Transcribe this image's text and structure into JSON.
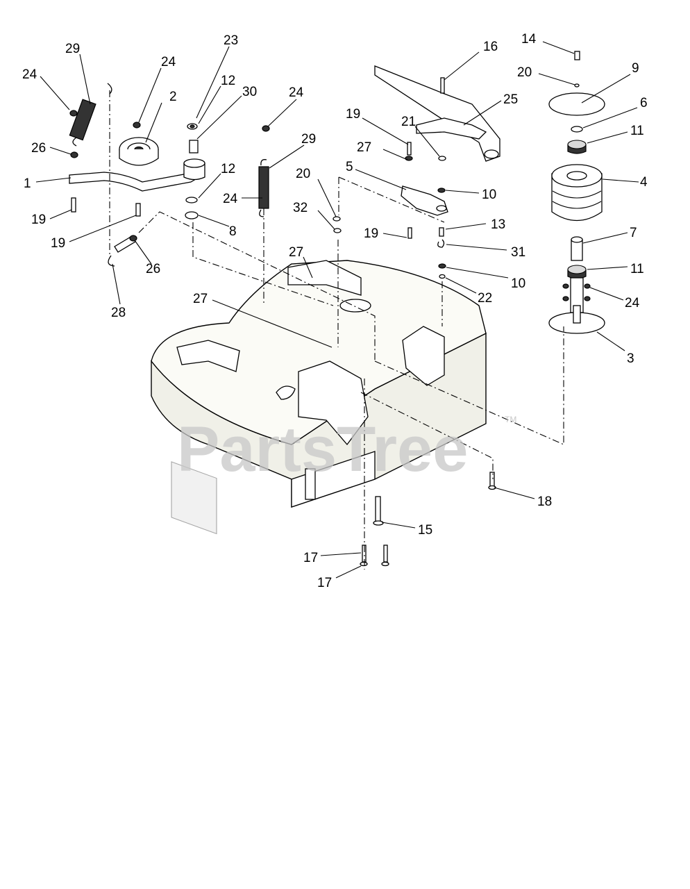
{
  "watermark": {
    "text": "PartsTree",
    "trademark": "TM"
  },
  "callouts": [
    {
      "n": "29"
    },
    {
      "n": "24"
    },
    {
      "n": "26"
    },
    {
      "n": "1"
    },
    {
      "n": "19"
    },
    {
      "n": "2"
    },
    {
      "n": "24"
    },
    {
      "n": "23"
    },
    {
      "n": "12"
    },
    {
      "n": "30"
    },
    {
      "n": "12"
    },
    {
      "n": "8"
    },
    {
      "n": "19"
    },
    {
      "n": "26"
    },
    {
      "n": "28"
    },
    {
      "n": "24"
    },
    {
      "n": "29"
    },
    {
      "n": "24"
    },
    {
      "n": "20"
    },
    {
      "n": "32"
    },
    {
      "n": "27"
    },
    {
      "n": "27"
    },
    {
      "n": "19"
    },
    {
      "n": "27"
    },
    {
      "n": "5"
    },
    {
      "n": "21"
    },
    {
      "n": "19"
    },
    {
      "n": "16"
    },
    {
      "n": "25"
    },
    {
      "n": "10"
    },
    {
      "n": "13"
    },
    {
      "n": "31"
    },
    {
      "n": "10"
    },
    {
      "n": "22"
    },
    {
      "n": "14"
    },
    {
      "n": "20"
    },
    {
      "n": "9"
    },
    {
      "n": "6"
    },
    {
      "n": "11"
    },
    {
      "n": "4"
    },
    {
      "n": "7"
    },
    {
      "n": "11"
    },
    {
      "n": "24"
    },
    {
      "n": "3"
    },
    {
      "n": "18"
    },
    {
      "n": "15"
    },
    {
      "n": "17"
    },
    {
      "n": "17"
    }
  ]
}
